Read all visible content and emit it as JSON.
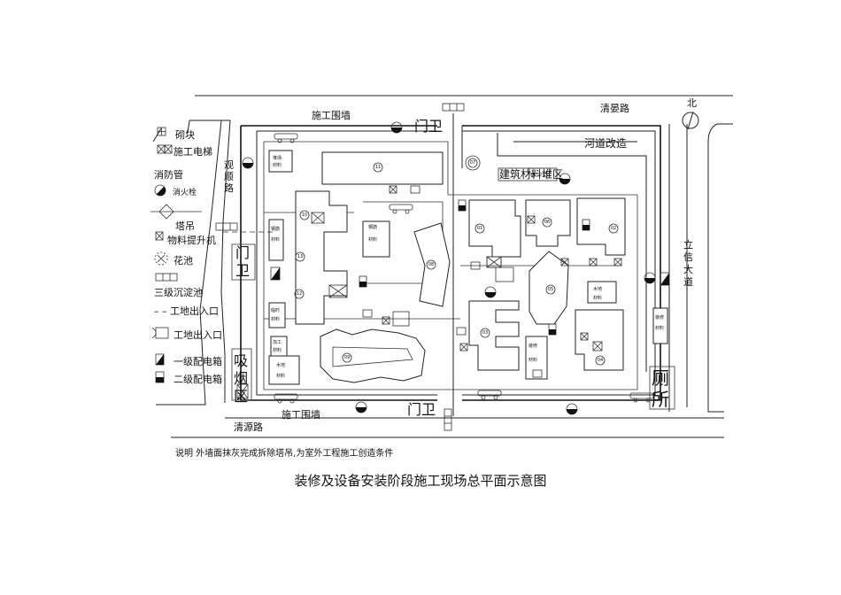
{
  "legend": {
    "items": [
      {
        "icon": "block-icon",
        "label": "砌块"
      },
      {
        "icon": "elevator-icon",
        "label": "施工电梯"
      },
      {
        "icon": "pipe-line",
        "label": "消防管"
      },
      {
        "icon": "hydrant-icon",
        "label": "消火栓"
      },
      {
        "icon": "tower-crane-icon",
        "label": "塔吊"
      },
      {
        "icon": "hoist-icon",
        "label": "物料提升机"
      },
      {
        "icon": "flowerbed-icon",
        "label": "花池"
      },
      {
        "icon": "tank-icon",
        "label": "三级沉淀池"
      },
      {
        "icon": "dashed-entrance",
        "label": "工地出入口"
      },
      {
        "icon": "entrance-icon",
        "label": "工地出入口"
      },
      {
        "icon": "box1-icon",
        "label": "一级配电箱"
      },
      {
        "icon": "box2-icon",
        "label": "二级配电箱"
      }
    ]
  },
  "roads": {
    "north": "清晏路",
    "west": "观顺路",
    "east": "立信大道",
    "south": "清源路",
    "river": "河道改造"
  },
  "site": {
    "wall_top": "施工围墙",
    "wall_bottom": "施工围墙",
    "gate_north": "门卫",
    "gate_west": "门卫",
    "gate_south": "门卫",
    "material_yard": "建筑材料堆区",
    "toilet": "厕所",
    "smoking": "吸烟区",
    "north_mark": "北",
    "storage_labels": [
      "堆场",
      "材料",
      "钢筋",
      "材料",
      "木地",
      "材料",
      "装修",
      "材料",
      "木地",
      "材料",
      "临时",
      "材料",
      "钢筋",
      "材料",
      "装修",
      "材料",
      "加工",
      "材料"
    ],
    "building_numbers": [
      "11",
      "08",
      "10",
      "09",
      "01",
      "06",
      "02",
      "05",
      "03",
      "04",
      "07",
      "13",
      "12"
    ]
  },
  "note": "说明 外墙面抹灰完成拆除塔吊,为室外工程施工创造条件",
  "title": "装修及设备安装阶段施工现场总平面示意图"
}
